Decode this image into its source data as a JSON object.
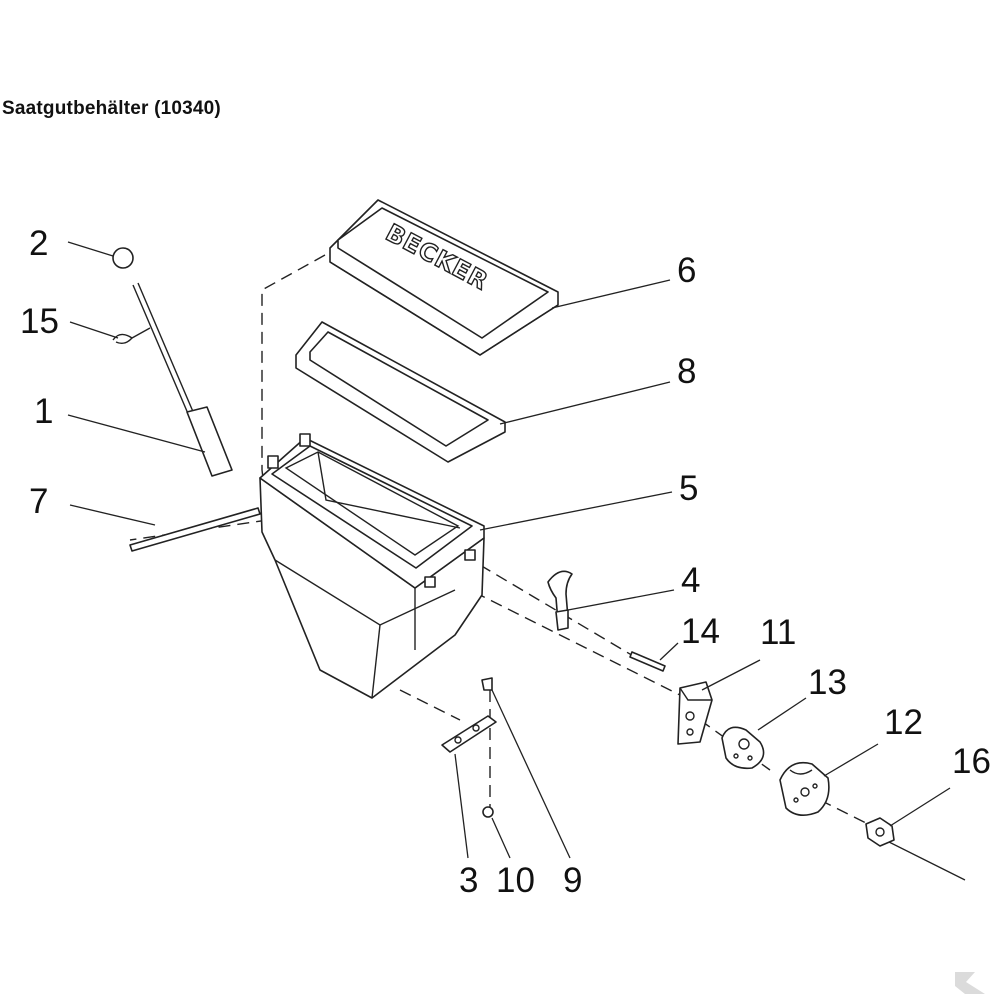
{
  "title": "Saatgutbehälter  (10340)",
  "lid_emboss": "BECKER",
  "callouts": {
    "p1": "1",
    "p2": "2",
    "p3": "3",
    "p4": "4",
    "p5": "5",
    "p6": "6",
    "p7": "7",
    "p8": "8",
    "p9": "9",
    "p10": "10",
    "p11": "11",
    "p12": "12",
    "p13": "13",
    "p14": "14",
    "p15": "15",
    "p16": "16"
  }
}
